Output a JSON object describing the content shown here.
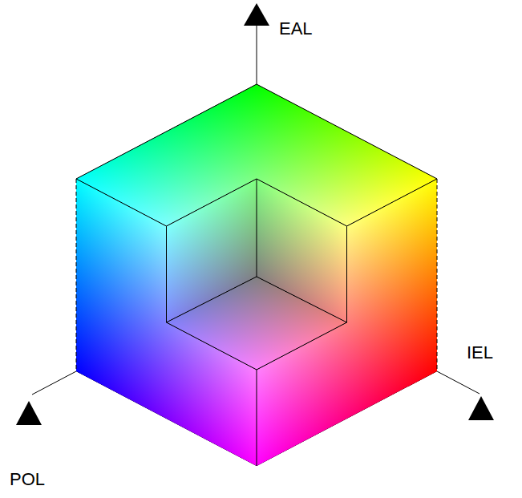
{
  "diagram": {
    "labels": [
      "EAL",
      "IEL",
      "POL"
    ]
  }
}
